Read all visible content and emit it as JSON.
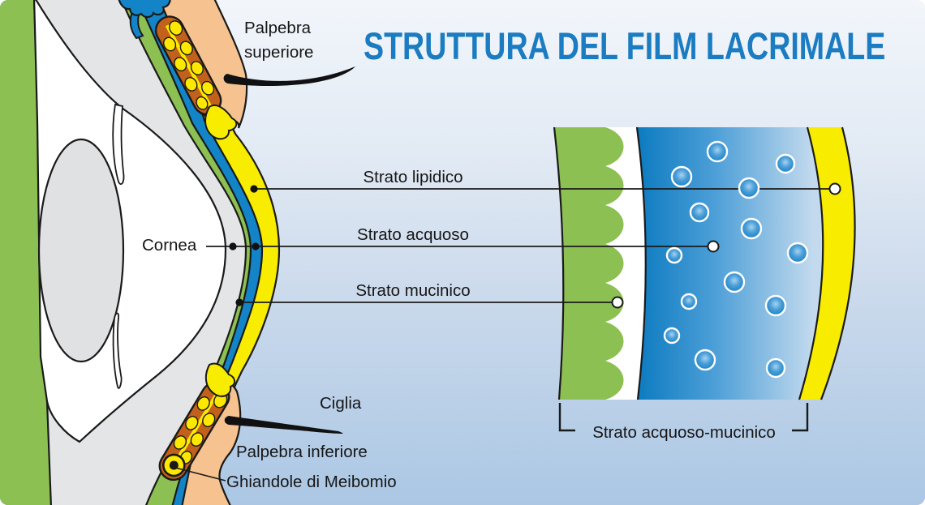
{
  "title": {
    "text": "STRUTTURA DEL FILM LACRIMALE",
    "color": "#1B7CC1"
  },
  "eye_labels": {
    "palpebra_superiore": "Palpebra superiore",
    "cornea": "Cornea",
    "ciglia": "Ciglia",
    "palpebra_inferiore": "Palpebra inferiore",
    "ghiandole_di_meibomio": "Ghiandole di Meibomio"
  },
  "layers": {
    "lipidico": {
      "label": "Strato lipidico",
      "color": "#F8EC00"
    },
    "acquoso": {
      "label": "Strato acquoso",
      "color": "#1484C8"
    },
    "mucinico": {
      "label": "Strato mucinico",
      "color": "#8DC052"
    },
    "acquoso_mucinico": {
      "label": "Strato acquoso-mucinico"
    }
  },
  "colors": {
    "title_blue": "#1B7CC1",
    "lipid_yellow": "#F8EC00",
    "aqueous_blue": "#1484C8",
    "mucin_green": "#8DC052",
    "eyelid_skin": "#F6C28F",
    "meibomian_gland_orange": "#C2611B",
    "gland_lobule_yellow": "#FFE800",
    "sclera_gray": "#E4E5E7",
    "lens_gray": "#DFE1E3",
    "outline": "#1A1A1A",
    "background_top": "#F2F6FB",
    "background_bottom": "#ABC7E4"
  }
}
